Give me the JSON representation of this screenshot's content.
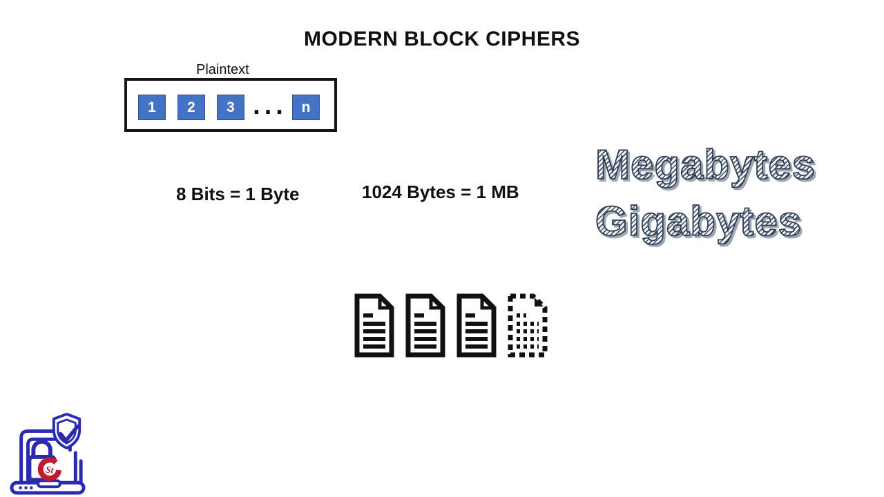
{
  "theme": {
    "bg": "#ffffff",
    "ink": "#111111",
    "block-fill": "#4472C4",
    "block-border": "#2F528F",
    "block-text": "#ffffff",
    "wordart-stroke": "#2f3e54",
    "wordart-hatch-dark": "#3a4a60",
    "wordart-hatch-light": "#f2f5f9",
    "logo-blue": "#2b2bb0",
    "logo-red": "#c01c30"
  },
  "title": "MODERN BLOCK CIPHERS",
  "plaintext": {
    "label": "Plaintext",
    "blocks": [
      "1",
      "2",
      "3"
    ],
    "ellipsis": "...",
    "last_block": "n"
  },
  "facts": {
    "bits_byte": "8 Bits = 1 Byte",
    "bytes_mb": "1024 Bytes = 1 MB"
  },
  "wordart": {
    "line1": "Megabytes",
    "line2": "Gigabytes"
  },
  "logo": {
    "emblem_text": "St"
  }
}
